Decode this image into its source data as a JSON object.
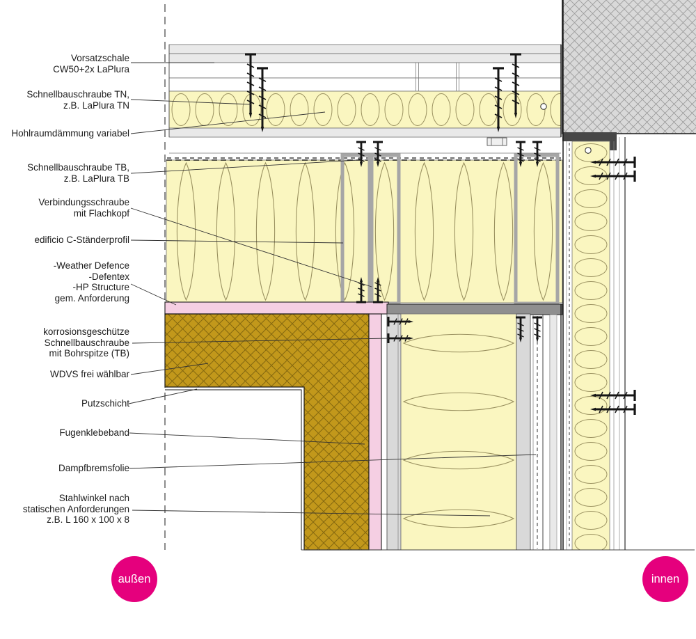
{
  "labels": [
    {
      "text": "Vorsatzschale\nCW50+2x LaPlura"
    },
    {
      "text": "Schnellbauschraube TN,\nz.B. LaPlura TN"
    },
    {
      "text": "Hohlraumdämmung variabel"
    },
    {
      "text": "Schnellbauschraube TB,\nz.B. LaPlura TB"
    },
    {
      "text": "Verbindungsschraube\nmit Flachkopf"
    },
    {
      "text": "edificio C-Ständerprofil"
    },
    {
      "text": "-Weather Defence\n-Defentex\n-HP Structure\ngem. Anforderung"
    },
    {
      "text": "korrosionsgeschütze\nSchnellbauschraube\nmit Bohrspitze (TB)"
    },
    {
      "text": "WDVS frei wählbar"
    },
    {
      "text": "Putzschicht"
    },
    {
      "text": "Fugenklebeband"
    },
    {
      "text": "Dampfbremsfolie"
    },
    {
      "text": "Stahlwinkel nach\nstatischen Anforderungen\nz.B. L 160 x 100 x 8"
    }
  ],
  "badges": {
    "outside": "außen",
    "inside": "innen"
  },
  "colors": {
    "insulation_fill": "#faf6c0",
    "insulation_line": "#9a9160",
    "board_gray": "#e9e9e9",
    "track_gray": "#8f8f8f",
    "concrete_gray": "#d9d9d9",
    "wdvs_ochre": "#c2981b",
    "plaster_pink": "#f5cfe3",
    "steel_dark": "#474747",
    "badge_magenta": "#e5007d"
  }
}
